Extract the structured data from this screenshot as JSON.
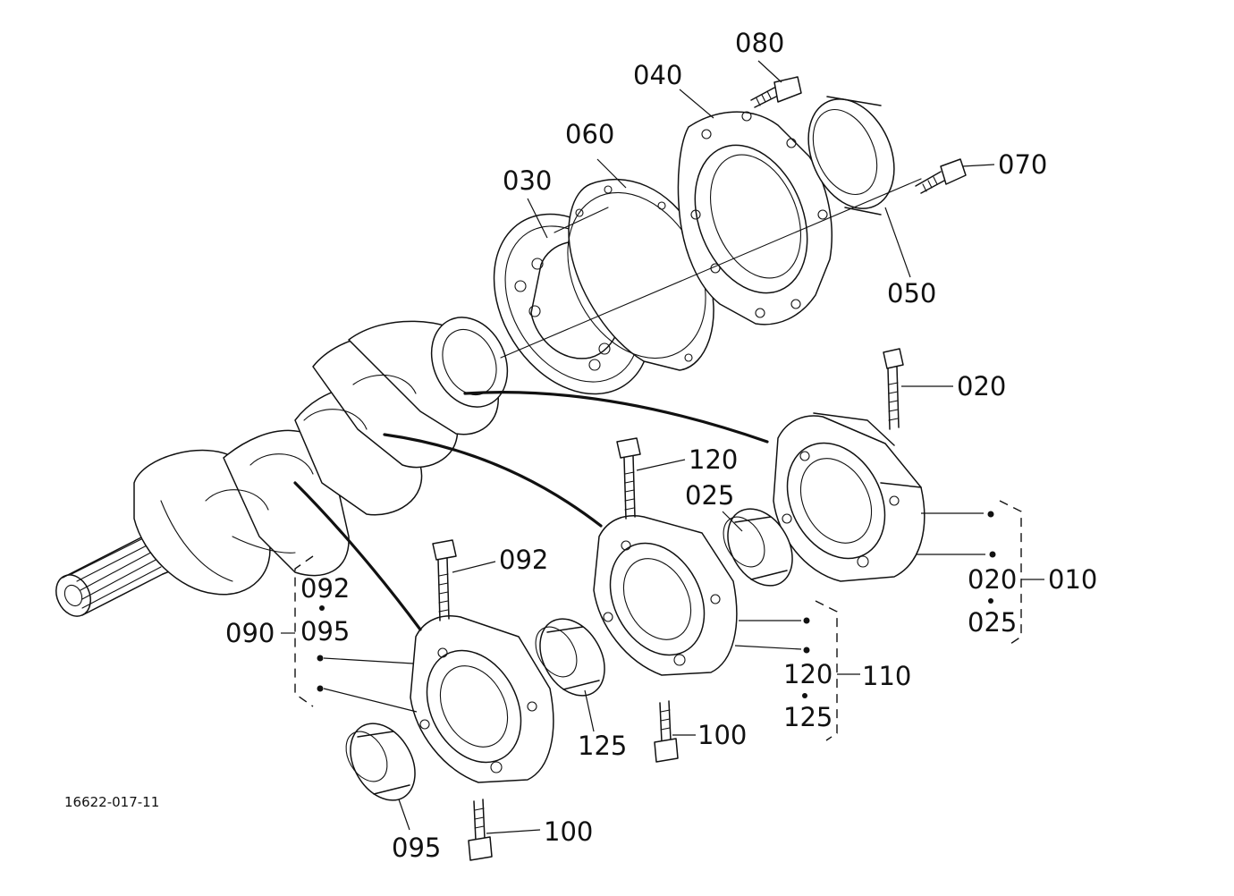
{
  "figure_id": "16622-017-11",
  "callouts": {
    "p080": "080",
    "p040": "040",
    "p060": "060",
    "p030": "030",
    "p070": "070",
    "p050": "050",
    "p020": "020",
    "p120": "120",
    "p025": "025",
    "p092": "092",
    "p090": "090",
    "p010": "010",
    "p110": "110",
    "p100_mid": "100",
    "p100_low": "100",
    "p125_bush": "125",
    "p095_bush": "095"
  },
  "assemblies": {
    "a010": {
      "label": "010",
      "members": [
        "020",
        "025"
      ]
    },
    "a110": {
      "label": "110",
      "members": [
        "120",
        "125"
      ]
    },
    "a090": {
      "label": "090",
      "members": [
        "092",
        "095"
      ]
    }
  },
  "colors": {
    "ink": "#111111",
    "paper": "#ffffff"
  }
}
